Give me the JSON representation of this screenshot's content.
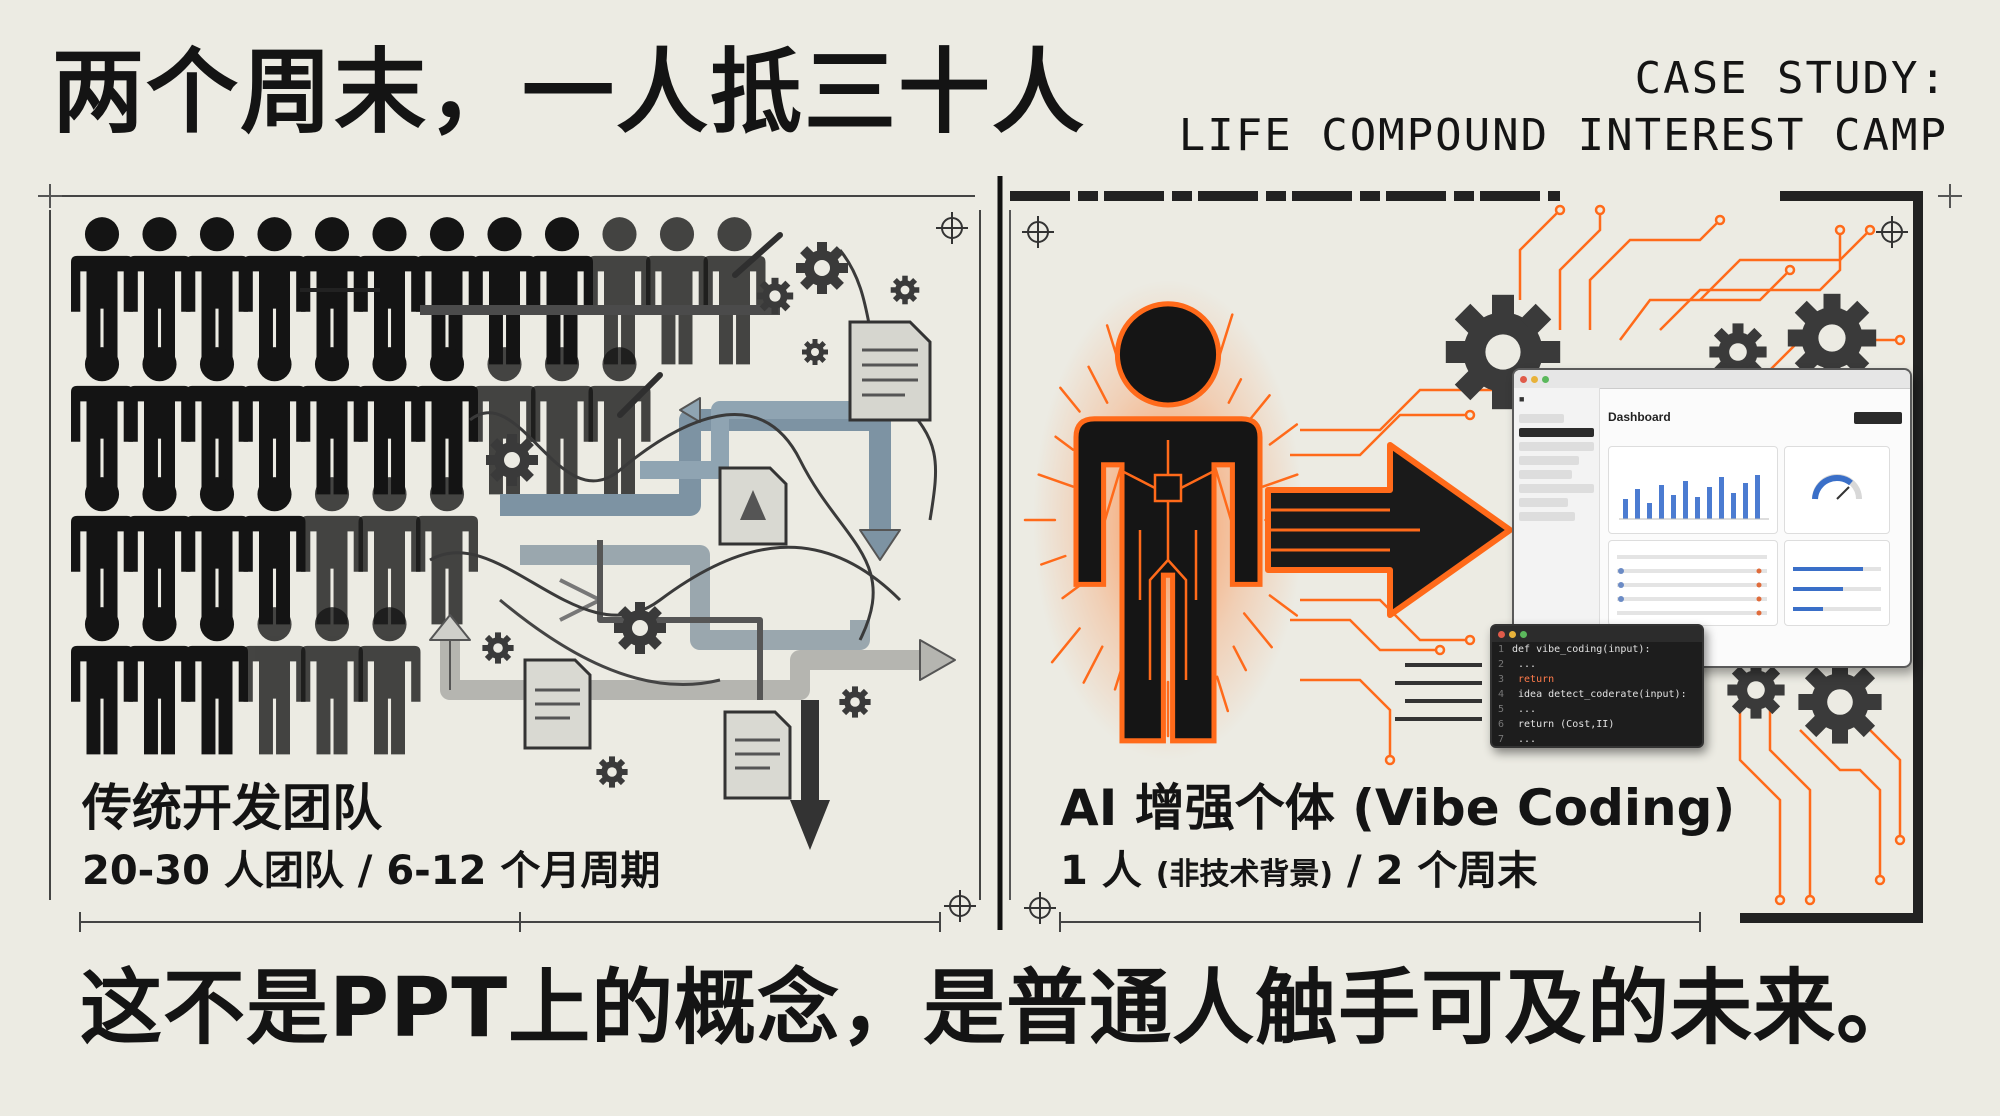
{
  "header": {
    "title": "两个周末，一人抵三十人",
    "case_study": [
      "CASE STUDY:",
      "LIFE COMPOUND INTEREST CAMP"
    ]
  },
  "left_panel": {
    "heading": "传统开发团队",
    "detail": "20-30 人团队 / 6-12 个月周期"
  },
  "right_panel": {
    "heading": "AI 增强个体 (Vibe Coding)",
    "detail_main": "1 人 ",
    "detail_note": "(非技术背景)",
    "detail_tail": " / 2 个周末",
    "dashboard": {
      "title": "Dashboard"
    },
    "code_lines": [
      "def vibe_coding(input):",
      "  ...",
      "  return",
      "  idea detect_coderate(input):",
      "    ...",
      "    return (Cost,II)",
      "  ..."
    ]
  },
  "footer": {
    "statement": "这不是PPT上的概念，是普通人触手可及的未来。"
  },
  "colors": {
    "background": "#ecebe3",
    "ink": "#141414",
    "accent_orange": "#ff6a1a",
    "steel_blue": "#7d93a3"
  },
  "icons": [
    "person-icon",
    "gear-icon",
    "document-icon",
    "arrow-icon",
    "crosshair-icon",
    "circuit-trace-icon"
  ]
}
